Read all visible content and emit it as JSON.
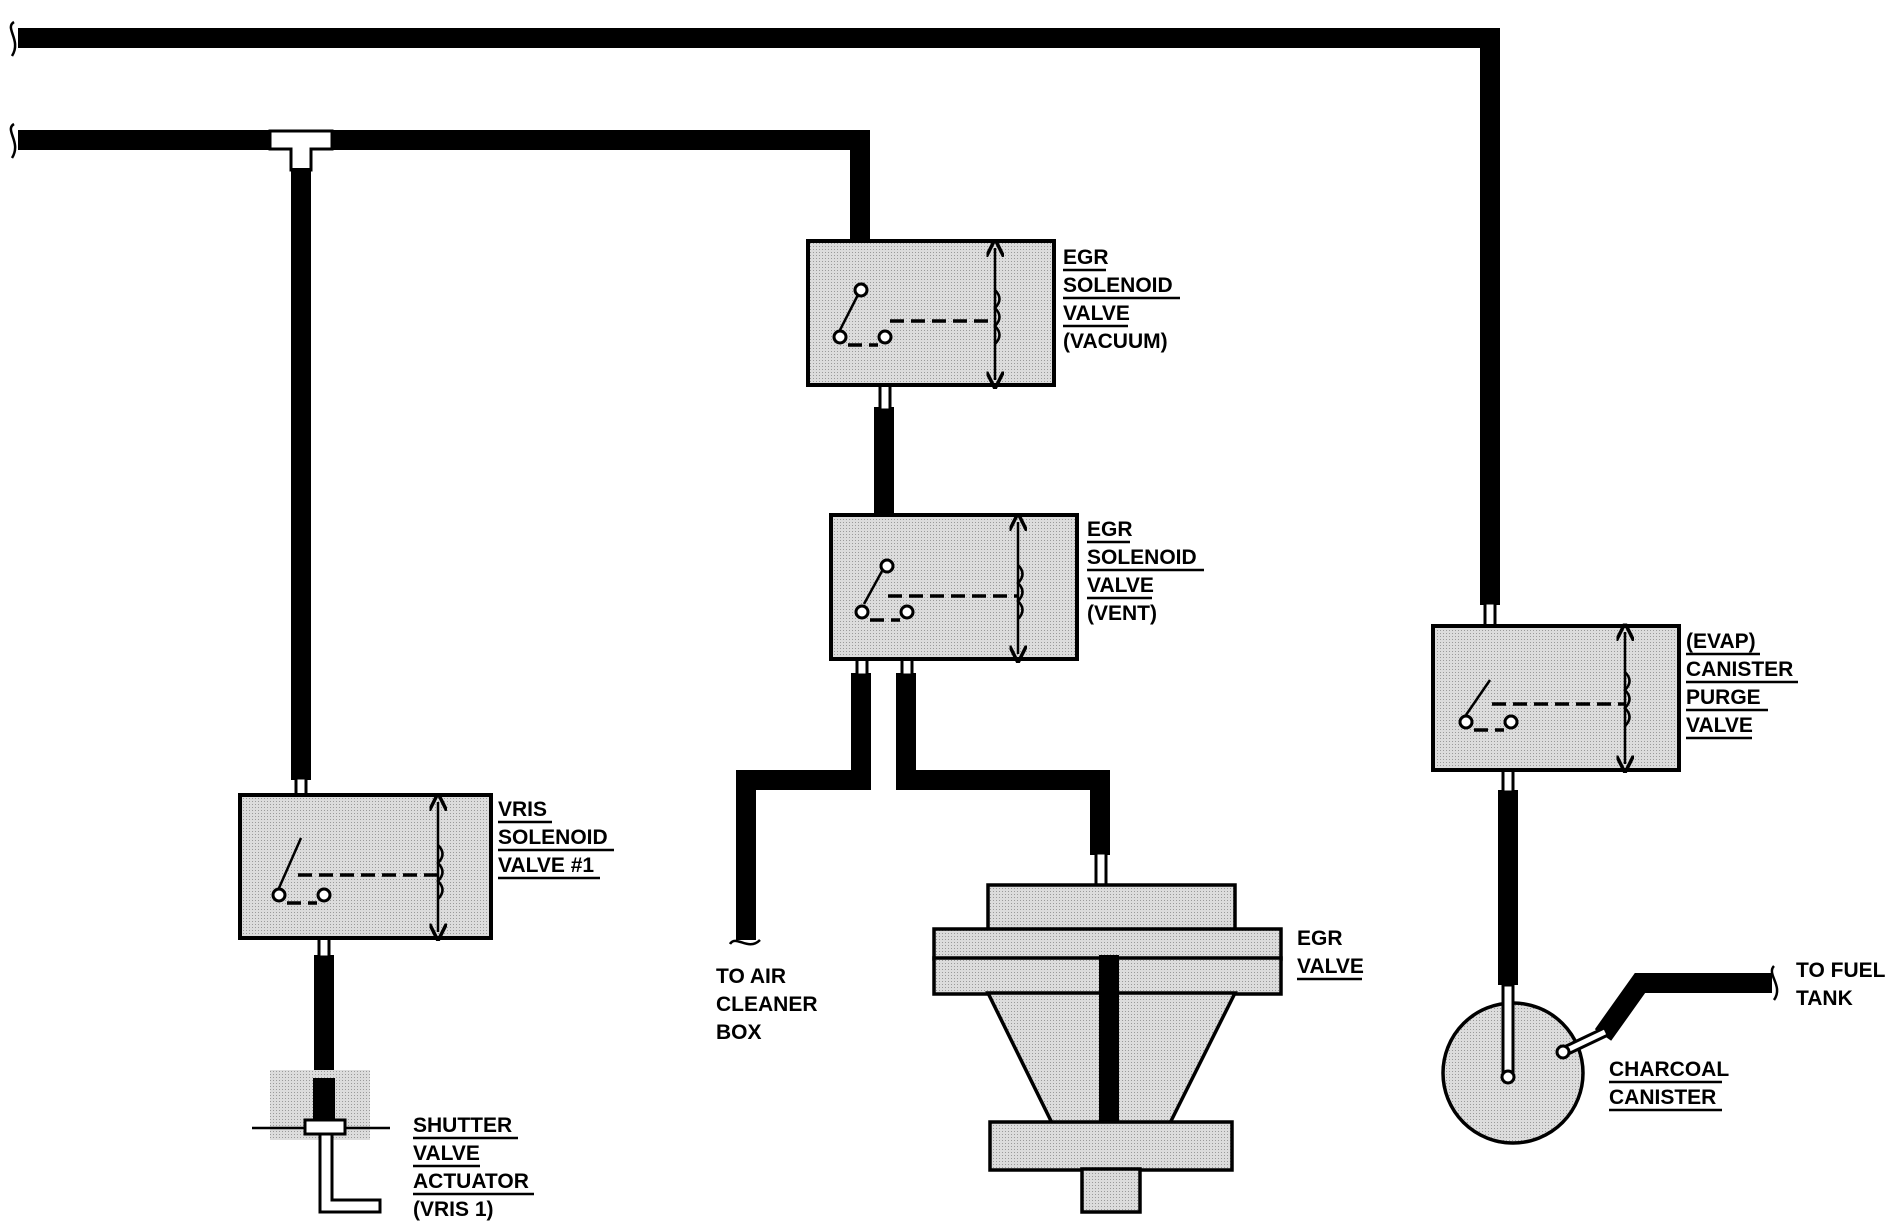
{
  "labels": {
    "egr_vacuum": [
      "EGR",
      "SOLENOID",
      "VALVE",
      "(VACUUM)"
    ],
    "egr_vent": [
      "EGR",
      "SOLENOID",
      "VALVE",
      "(VENT)"
    ],
    "evap": [
      "(EVAP)",
      "CANISTER",
      "PURGE",
      "VALVE"
    ],
    "vris": [
      "VRIS",
      "SOLENOID",
      "VALVE #1"
    ],
    "air_cleaner": [
      "TO AIR",
      "CLEANER",
      "BOX"
    ],
    "egr_valve": [
      "EGR",
      "VALVE"
    ],
    "fuel_tank": [
      "TO FUEL",
      "TANK"
    ],
    "charcoal": [
      "CHARCOAL",
      "CANISTER"
    ],
    "shutter": [
      "SHUTTER",
      "VALVE",
      "ACTUATOR",
      "(VRIS 1)"
    ]
  },
  "colors": {
    "hose": "#000000",
    "component_fill": "#d6d6d6",
    "background": "#ffffff"
  }
}
